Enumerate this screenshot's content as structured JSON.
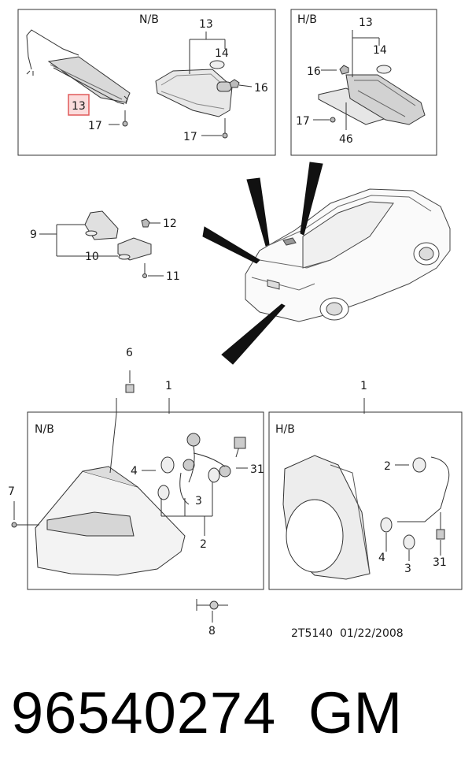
{
  "panels": {
    "top_left_header": "N/B",
    "top_right_header": "H/B",
    "bottom_left_header": "N/B",
    "bottom_right_header": "H/B"
  },
  "callouts": {
    "tl_13_top": "13",
    "tl_14": "14",
    "tl_16": "16",
    "tl_13_highlighted": "13",
    "tl_17_left": "17",
    "tl_17_right": "17",
    "tr_13": "13",
    "tr_14": "14",
    "tr_16": "16",
    "tr_17": "17",
    "tr_46": "46",
    "mid_9": "9",
    "mid_10": "10",
    "mid_11": "11",
    "mid_12": "12",
    "b_6": "6",
    "b_1_left": "1",
    "b_1_right": "1",
    "b_7": "7",
    "b_4_left": "4",
    "b_3_left": "3",
    "b_31_left": "31",
    "b_2_left": "2",
    "b_8": "8",
    "b_2_right": "2",
    "b_4_right": "4",
    "b_3_right": "3",
    "b_31_right": "31"
  },
  "highlight_color": "#e05a5a",
  "drawing_code": "2T5140  01/22/2008",
  "part_number": "96540274",
  "brand": "GM"
}
